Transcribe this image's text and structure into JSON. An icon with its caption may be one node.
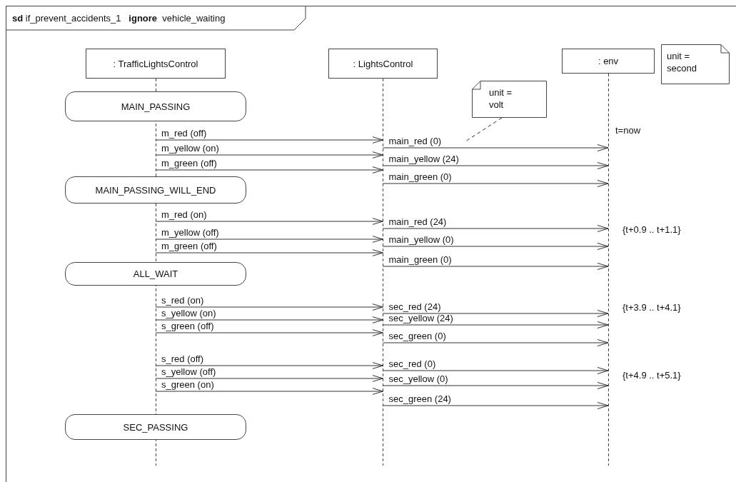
{
  "diagram": {
    "nodes": [
      {
        "text": [
          "**sd** if_prevent_accidents_1   **ignore**  vehicle_waiting"
        ]
      },
      {
        "text": [
          ": TrafficLightsControl"
        ],
        "in": 0
      },
      {
        "text": [
          ": LightsControl"
        ],
        "in": 0
      },
      {
        "text": [
          ": env"
        ],
        "in": 0
      },
      {
        "text": [
          "unit = second"
        ],
        "in": 0
      },
      {
        "text": [
          "unit = volt"
        ],
        "in": 0
      },
      {
        "text": [
          "MAIN_PASSING"
        ],
        "in": 0
      },
      {
        "text": [
          "MAIN_PASSING_WILL_END"
        ],
        "in": 0
      },
      {
        "text": [
          "ALL_WAIT"
        ],
        "in": 0
      },
      {
        "text": [
          "SEC_PASSING"
        ],
        "in": 0
      }
    ],
    "edges": [
      {
        "from": 1,
        "to": 2,
        "arrow": "to",
        "label": "m_red (off)"
      },
      {
        "from": 1,
        "to": 2,
        "arrow": "to",
        "label": "m_yellow (on)"
      },
      {
        "from": 1,
        "to": 2,
        "arrow": "to",
        "label": "m_green (off)"
      },
      {
        "from": 2,
        "to": 3,
        "arrow": "to",
        "label": "main_red (0)"
      },
      {
        "from": 2,
        "to": 3,
        "arrow": "to",
        "label": "main_yellow (24)"
      },
      {
        "from": 2,
        "to": 3,
        "arrow": "to",
        "label": "main_green (0)"
      },
      {
        "from": 1,
        "to": 2,
        "arrow": "to",
        "label": "m_red (on)"
      },
      {
        "from": 1,
        "to": 2,
        "arrow": "to",
        "label": "m_yellow (off)"
      },
      {
        "from": 1,
        "to": 2,
        "arrow": "to",
        "label": "m_green (off)"
      },
      {
        "from": 2,
        "to": 3,
        "arrow": "to",
        "label": "main_red (24)"
      },
      {
        "from": 2,
        "to": 3,
        "arrow": "to",
        "label": "main_yellow (0)"
      },
      {
        "from": 2,
        "to": 3,
        "arrow": "to",
        "label": "main_green (0)"
      },
      {
        "from": 1,
        "to": 2,
        "arrow": "to",
        "label": "s_red (on)"
      },
      {
        "from": 1,
        "to": 2,
        "arrow": "to",
        "label": "s_yellow (on)"
      },
      {
        "from": 1,
        "to": 2,
        "arrow": "to",
        "label": "s_green (off)"
      },
      {
        "from": 2,
        "to": 3,
        "arrow": "to",
        "label": "sec_red (24)"
      },
      {
        "from": 2,
        "to": 3,
        "arrow": "to",
        "label": "sec_yellow (24)"
      },
      {
        "from": 2,
        "to": 3,
        "arrow": "to",
        "label": "sec_green (0)"
      },
      {
        "from": 1,
        "to": 2,
        "arrow": "to",
        "label": "s_red (off)"
      },
      {
        "from": 1,
        "to": 2,
        "arrow": "to",
        "label": "s_yellow (off)"
      },
      {
        "from": 1,
        "to": 2,
        "arrow": "to",
        "label": "s_green (on)"
      },
      {
        "from": 2,
        "to": 3,
        "arrow": "to",
        "label": "sec_red (0)"
      },
      {
        "from": 2,
        "to": 3,
        "arrow": "to",
        "label": "sec_yellow (0)"
      },
      {
        "from": 2,
        "to": 3,
        "arrow": "to",
        "label": "sec_green (24)"
      },
      {
        "from": 5,
        "to": null,
        "arrow": "none",
        "style": "dashed"
      }
    ],
    "labels": [
      "t=now",
      "{t+0.9 .. t+1.1}",
      "{t+3.9 .. t+4.1}",
      "{t+4.9 .. t+5.1}"
    ]
  }
}
